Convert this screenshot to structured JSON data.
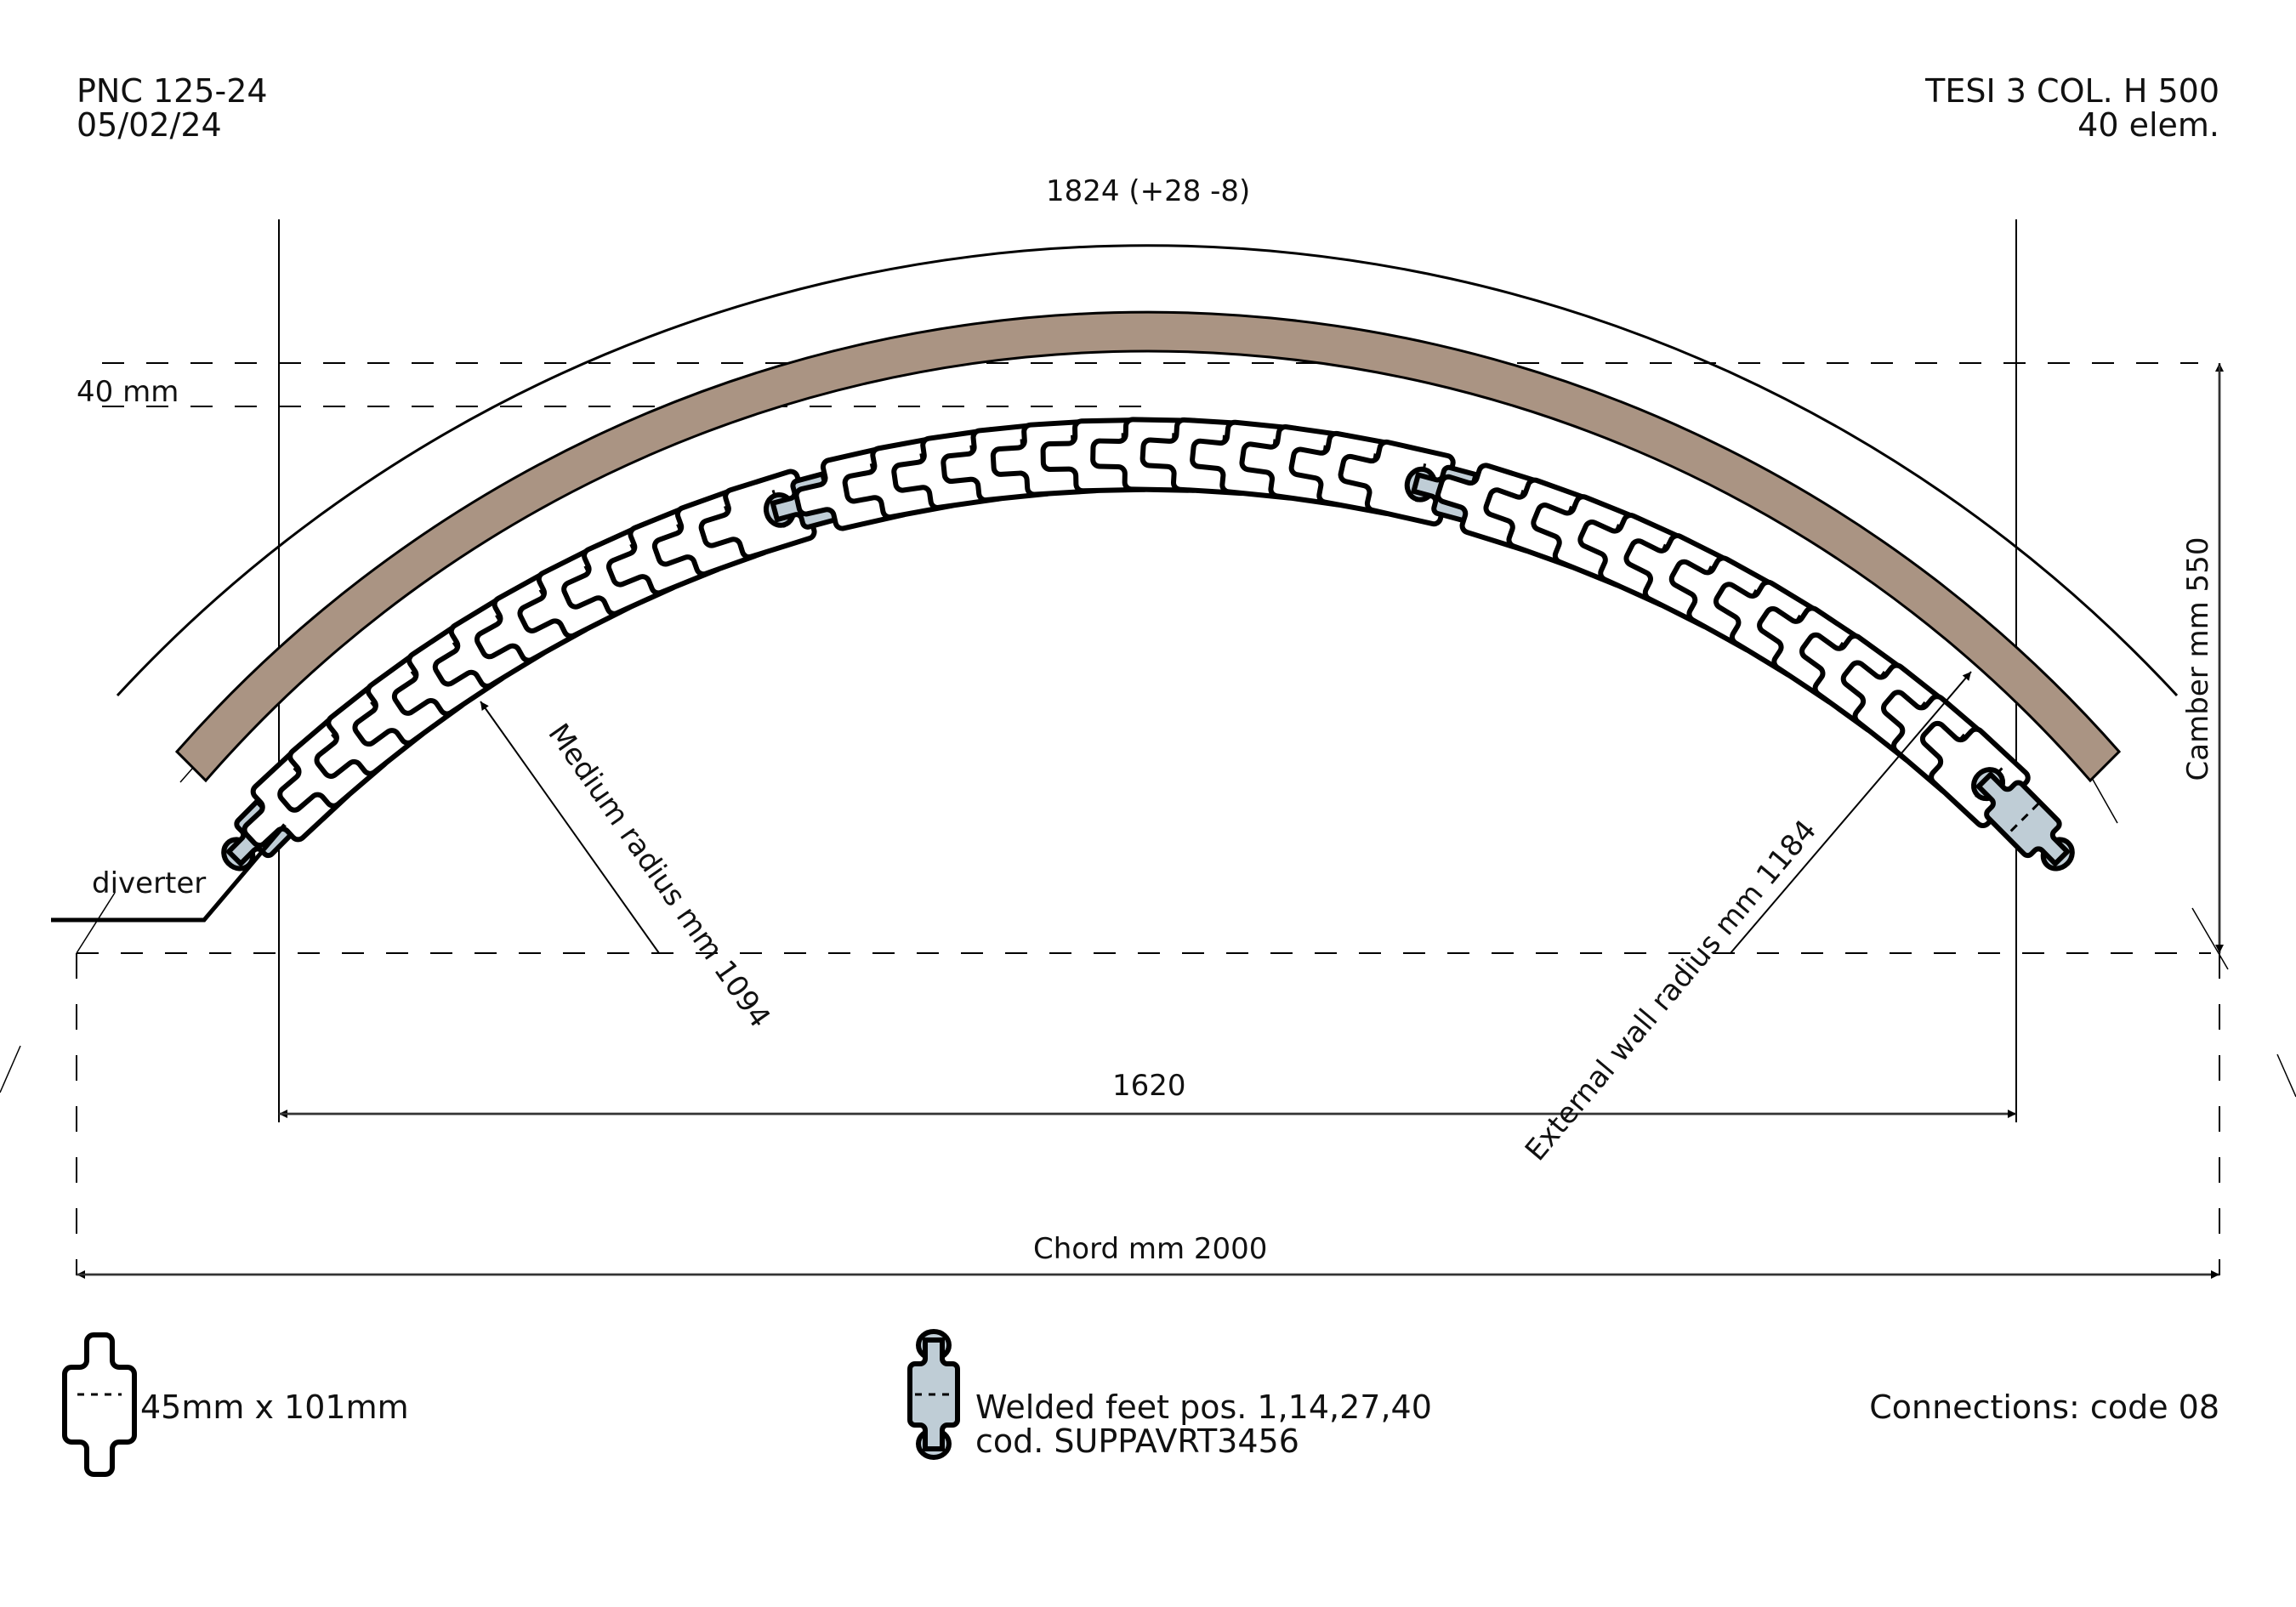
{
  "header": {
    "left": {
      "project_code": "PNC 125-24",
      "date": "05/02/24"
    },
    "right": {
      "model": "TESI 3 COL. H 500",
      "elements": "40 elem."
    }
  },
  "dimensions": {
    "arc_length": "1824 (+28 -8)",
    "wall_offset": "40 mm",
    "inner_width": "1620",
    "chord": "Chord mm 2000",
    "camber": "Camber mm 550",
    "medium_radius": "Medium radius mm 1094",
    "external_wall_radius": "External wall radius mm 1184"
  },
  "labels": {
    "diverter": "diverter"
  },
  "legend": {
    "standard_element": {
      "label": "45mm x 101mm"
    },
    "welded_feet": {
      "line1": "Welded feet pos. 1,14,27,40",
      "line2": "cod. SUPPAVRT3456"
    },
    "connections": {
      "label": "Connections: code 08"
    }
  },
  "colors": {
    "wall_fill": "#AA9483",
    "welded_fill": "#BFCDD6",
    "line": "#000000"
  },
  "chain": {
    "element_count": 40,
    "welded_positions": [
      1,
      14,
      27,
      40
    ]
  }
}
